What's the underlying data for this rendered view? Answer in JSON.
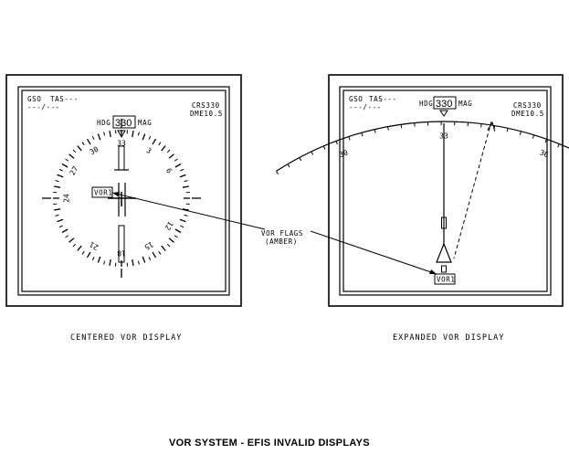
{
  "left_display": {
    "gs_label": "GSO",
    "tas_label": "TAS---",
    "dash_line": "---/---",
    "hdg_label": "HDG",
    "heading": "330",
    "mag_label": "MAG",
    "crs_line": "CRS330",
    "dme_line": "DME10.5",
    "flag": "VOR1",
    "compass_labels": [
      "33",
      "3",
      "6",
      "12",
      "15",
      "18",
      "21",
      "24",
      "27",
      "30"
    ],
    "caption": "CENTERED VOR DISPLAY"
  },
  "right_display": {
    "gs_label": "GSO",
    "tas_label": "TAS---",
    "dash_line": "---/---",
    "hdg_label": "HDG",
    "heading": "330",
    "mag_label": "MAG",
    "crs_line": "CRS330",
    "dme_line": "DME10.5",
    "flag": "VOR1",
    "arc_labels": [
      "30",
      "33",
      "36"
    ],
    "caption": "EXPANDED VOR DISPLAY"
  },
  "annotation": {
    "line1": "VOR FLAGS",
    "line2": "(AMBER)"
  },
  "figure_title": "VOR SYSTEM - EFIS INVALID DISPLAYS"
}
